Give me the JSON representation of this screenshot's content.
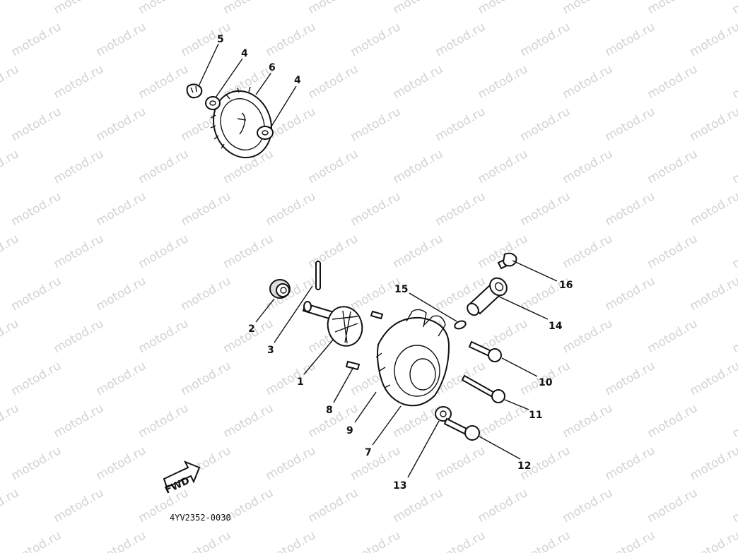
{
  "watermark": "motod.ru",
  "callouts": [
    "5",
    "4",
    "6",
    "4",
    "16",
    "15",
    "14",
    "2",
    "3",
    "1",
    "10",
    "11",
    "8",
    "9",
    "7",
    "12",
    "13"
  ],
  "front_label": "FWD",
  "part_code": "4YV2352-0030"
}
